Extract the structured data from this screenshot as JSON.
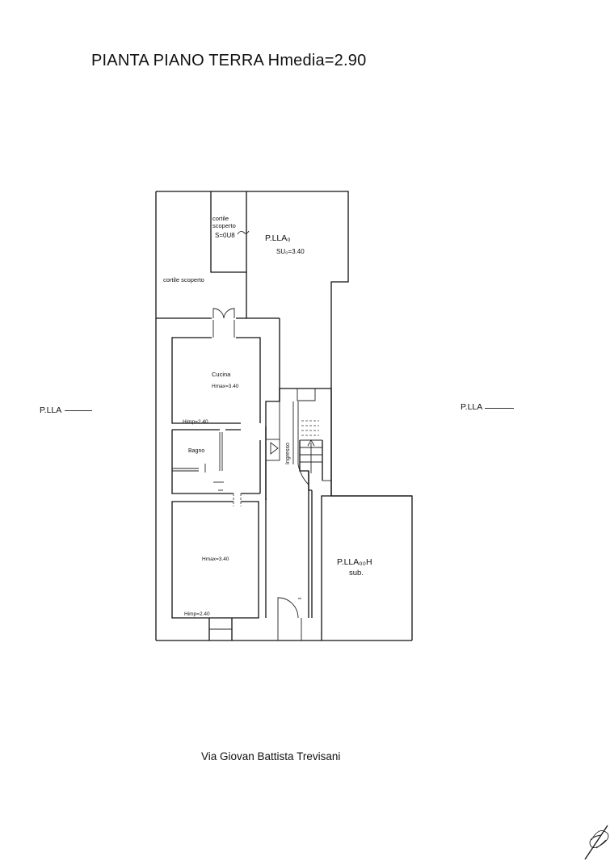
{
  "header": {
    "title": "PIANTA PIANO TERRA Hmedia=2.90"
  },
  "footer": {
    "street": "Via Giovan Battista Trevisani"
  },
  "labels": {
    "plla_left": "P.LLA",
    "plla_right": "P.LLA",
    "cortile_scoperto_small_1": "cortile",
    "cortile_scoperto_small_2": "scoperto",
    "cortile_scoperto_small_3": "S=0U8",
    "cortile_scoperto": "cortile scoperto",
    "plla_top": "P.LLA₀",
    "su_top": "SU₀=3.40",
    "cucina": "Cucina",
    "cucina_hmax": "Hmax=3.40",
    "cucina_himp": "Himp=2.40",
    "bagno": "Bagno",
    "ingresso": "Ingresso",
    "camera_hmax": "Hmax=3.40",
    "camera_himp": "Himp=2.40",
    "plla_right_block": "P.LLA₀₀H",
    "sub": "sub."
  },
  "colors": {
    "ink": "#111111",
    "paper": "#ffffff"
  },
  "icons": {
    "signature": "handwritten-signature"
  }
}
